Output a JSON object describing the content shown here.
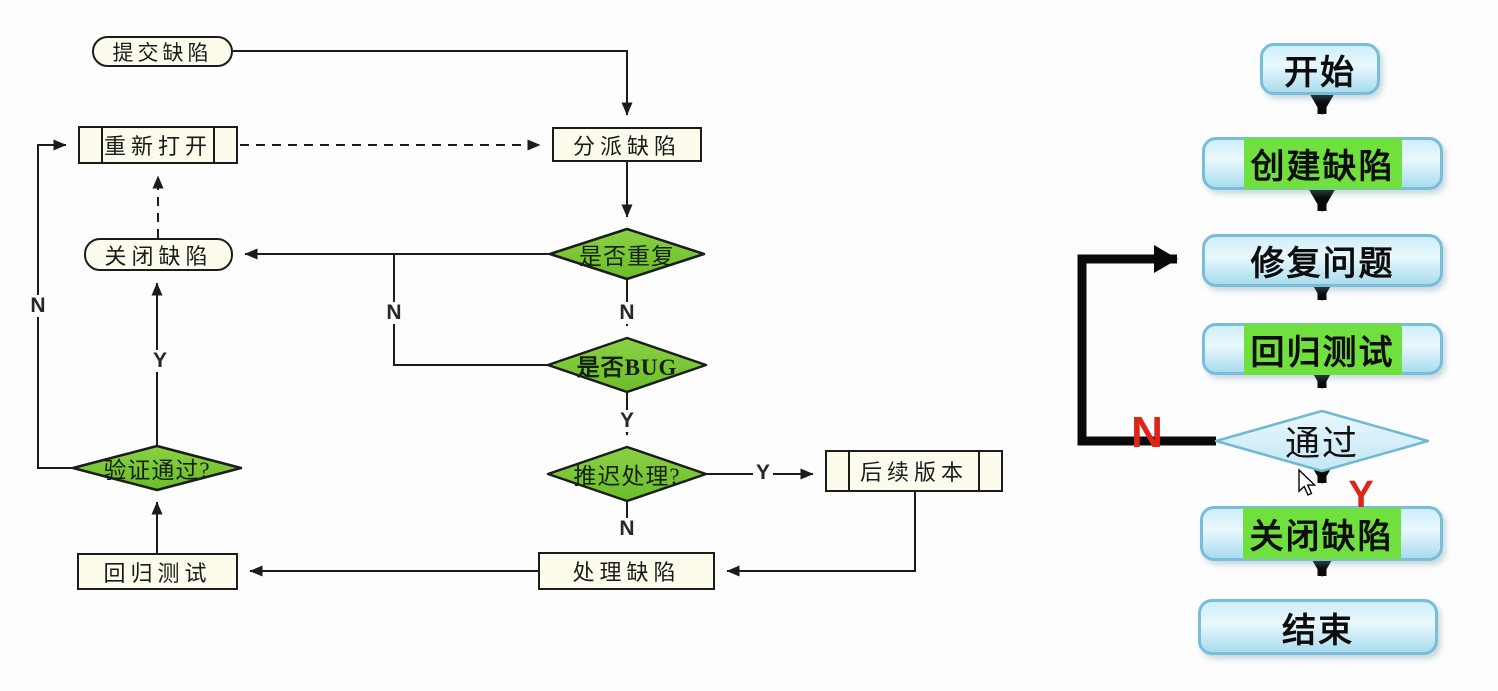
{
  "left_chart": {
    "title_hint": "defect workflow flowchart",
    "nodes": {
      "submit": {
        "label": "提交缺陷"
      },
      "reopen": {
        "label": "重新打开"
      },
      "assign": {
        "label": "分派缺陷"
      },
      "close": {
        "label": "关闭缺陷"
      },
      "dup": {
        "label": "是否重复"
      },
      "isbug": {
        "label": "是否BUG"
      },
      "defer": {
        "label": "推迟处理?"
      },
      "verify": {
        "label": "验证通过?"
      },
      "future": {
        "label": "后续版本"
      },
      "regress": {
        "label": "回归测试"
      },
      "handle": {
        "label": "处理缺陷"
      }
    },
    "edge_labels": {
      "dup_no": "N",
      "bug_no": "N",
      "bug_yes": "Y",
      "defer_yes": "Y",
      "defer_no": "N",
      "verify_yes": "Y",
      "verify_no": "N"
    }
  },
  "right_chart": {
    "title_hint": "simplified defect flow",
    "nodes": {
      "start": {
        "label": "开始",
        "highlight": false
      },
      "create": {
        "label": "创建缺陷",
        "highlight": true
      },
      "fix": {
        "label": "修复问题",
        "highlight": false
      },
      "regress": {
        "label": "回归测试",
        "highlight": true
      },
      "pass": {
        "label": "通过",
        "highlight": false
      },
      "close": {
        "label": "关闭缺陷",
        "highlight": true
      },
      "end": {
        "label": "结束",
        "highlight": false
      }
    },
    "edge_labels": {
      "pass_no": "N",
      "pass_yes": "Y"
    }
  },
  "colors": {
    "left_box_fill": "#fdfcec",
    "left_stroke": "#1c1c1c",
    "diamond_green": "#7bc832",
    "right_box_border": "#79bed9",
    "right_box_fill_top": "#cfeef9",
    "right_box_fill_bottom": "#a9dcee",
    "right_diamond_fill": "#d4edf7",
    "green_highlight": "#70e03e",
    "thick_arrow_black": "#0a0a0a",
    "red_label": "#df2418"
  }
}
